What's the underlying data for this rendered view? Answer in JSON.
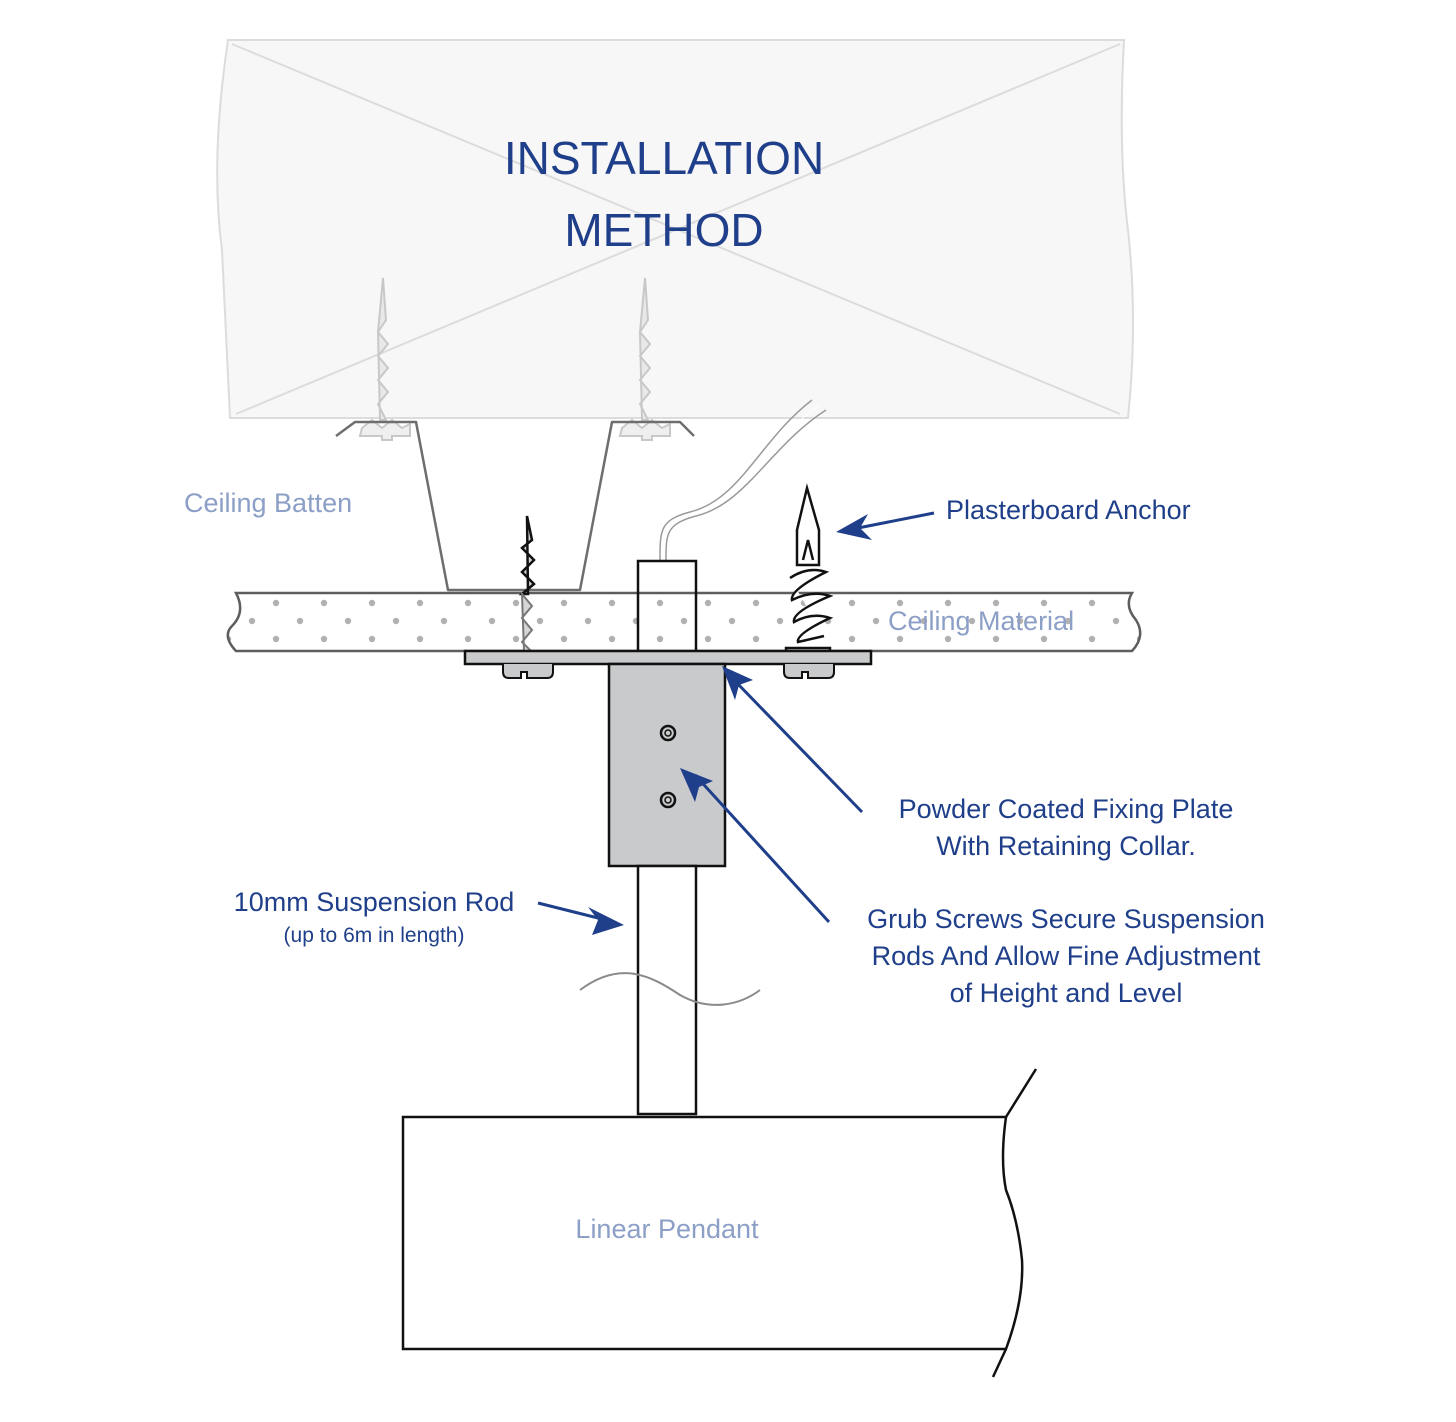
{
  "title": {
    "line1": "INSTALLATION",
    "line2": "METHOD"
  },
  "labels": {
    "ceiling_batten": "Ceiling Batten",
    "ceiling_material": "Ceiling Material",
    "linear_pendant": "Linear Pendant",
    "plasterboard_anchor": "Plasterboard Anchor",
    "fixing_plate": {
      "line1": "Powder Coated Fixing Plate",
      "line2": "With Retaining Collar."
    },
    "grub_screws": {
      "line1": "Grub Screws Secure Suspension",
      "line2": "Rods And Allow Fine Adjustment",
      "line3": "of Height and Level"
    },
    "suspension_rod": {
      "line1": "10mm Suspension Rod",
      "line2": "(up to 6m in length)"
    }
  },
  "colors": {
    "navy_text": "#1f3f8a",
    "light_label": "#8c9fc7",
    "plate_grey": "#c9cacb",
    "ghost_grey": "#f7f7f7"
  }
}
